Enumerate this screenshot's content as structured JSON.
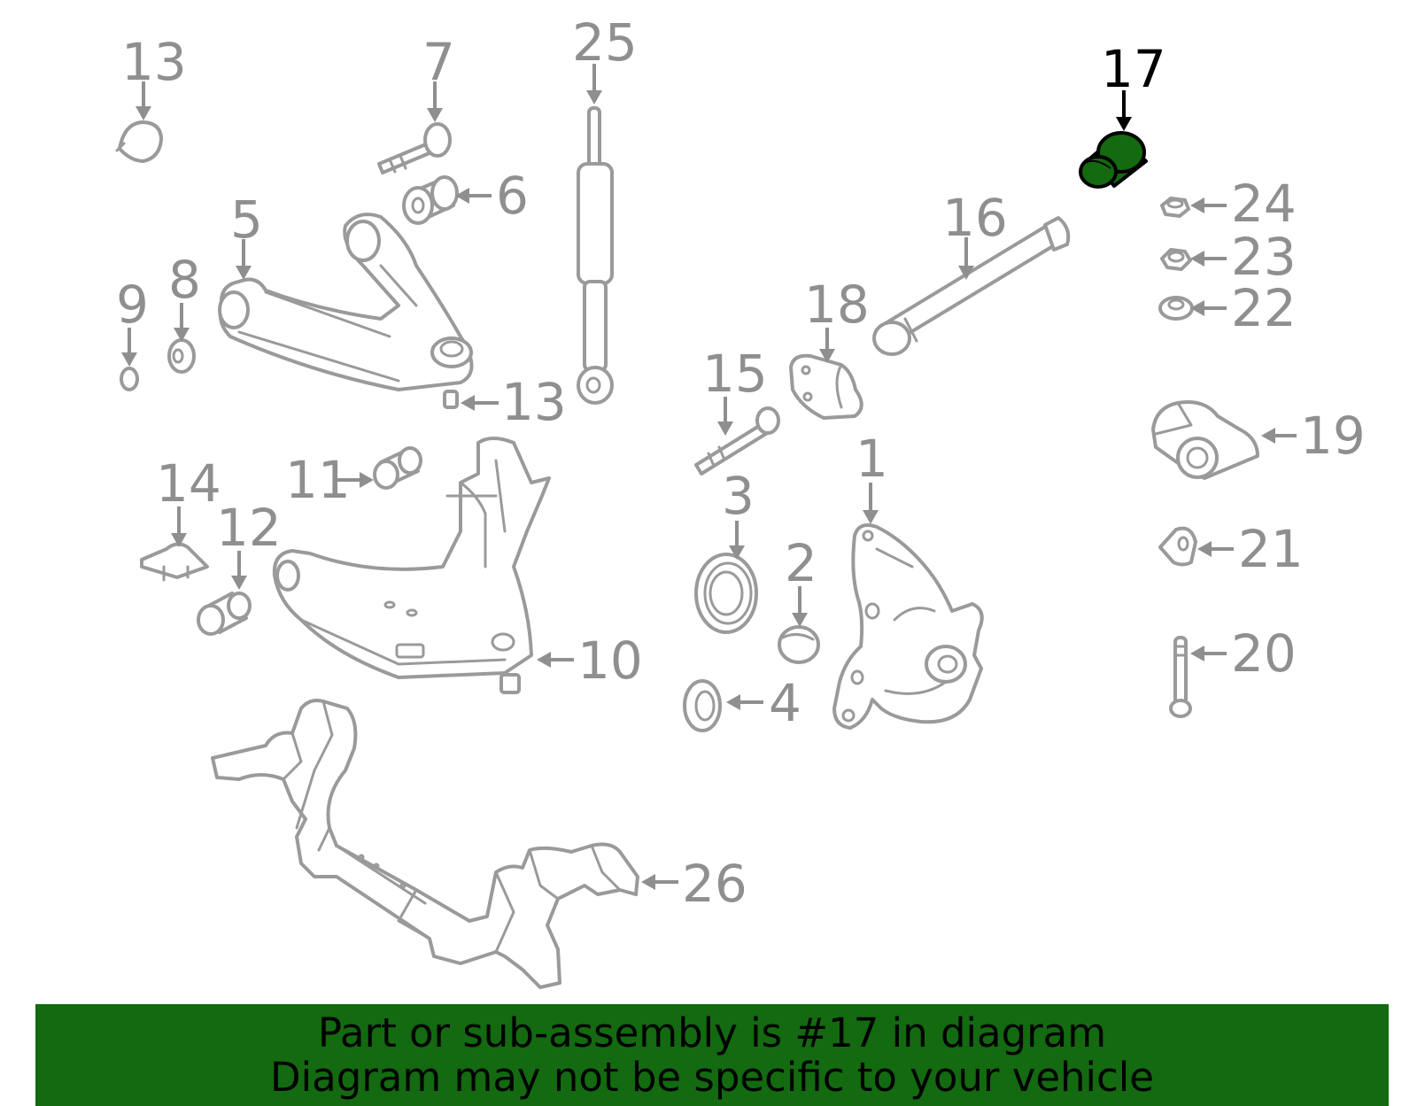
{
  "highlight_color": "#136a10",
  "highlighted_callout": "17",
  "callouts": {
    "c1": "1",
    "c2": "2",
    "c3": "3",
    "c4": "4",
    "c5": "5",
    "c6": "6",
    "c7": "7",
    "c8": "8",
    "c9": "9",
    "c10": "10",
    "c11": "11",
    "c12": "12",
    "c13a": "13",
    "c13b": "13",
    "c14": "14",
    "c15": "15",
    "c16": "16",
    "c17": "17",
    "c18": "18",
    "c19": "19",
    "c20": "20",
    "c21": "21",
    "c22": "22",
    "c23": "23",
    "c24": "24",
    "c25": "25",
    "c26": "26"
  },
  "footer": {
    "line1": "Part or sub-assembly is #17 in diagram",
    "line2": "Diagram may not be specific to your vehicle"
  }
}
